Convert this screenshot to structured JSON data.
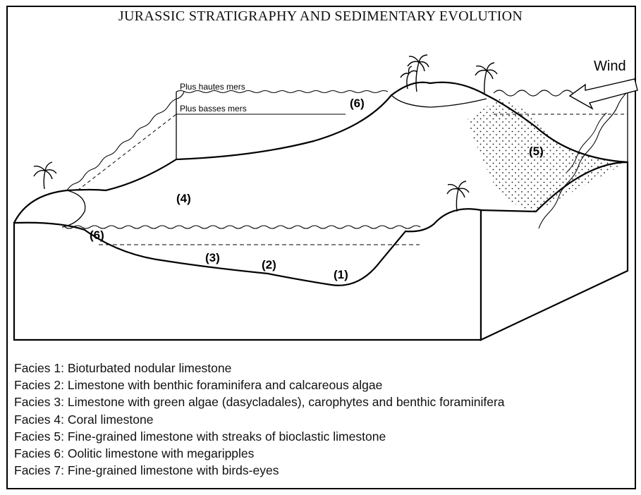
{
  "title": "JURASSIC STRATIGRAPHY AND SEDIMENTARY EVOLUTION",
  "sea_levels": {
    "high": "Plus hautes mers",
    "low": "Plus basses mers"
  },
  "wind_label": "Wind",
  "facies_markers": {
    "f1": "(1)",
    "f2": "(2)",
    "f3": "(3)",
    "f4": "(4)",
    "f5": "(5)",
    "f6_top": "(6)",
    "f6_left": "(6)"
  },
  "legend": [
    "Facies 1:  Bioturbated nodular limestone",
    "Facies 2:  Limestone with benthic foraminifera and calcareous algae",
    "Facies 3:  Limestone with green algae (dasycladales), carophytes and benthic foraminifera",
    "Facies 4:  Coral limestone",
    "Facies 5:  Fine-grained limestone with streaks of bioclastic limestone",
    "Facies 6:  Oolitic limestone with megaripples",
    "Facies 7:  Fine-grained limestone with birds-eyes"
  ]
}
